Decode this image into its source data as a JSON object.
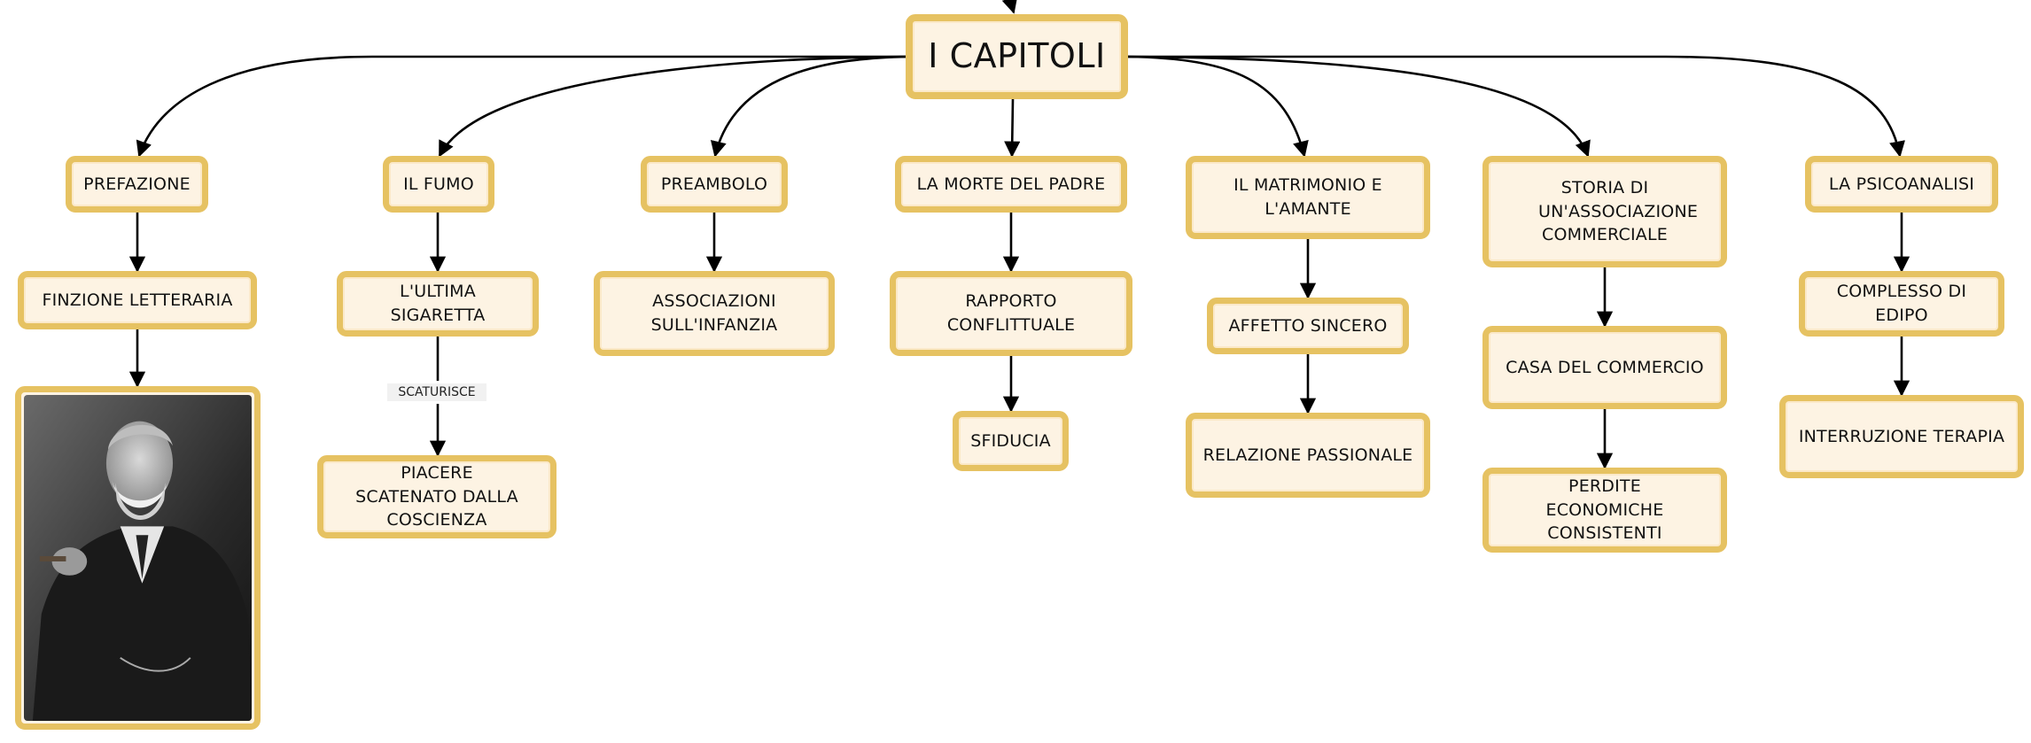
{
  "root": {
    "label": "I CAPITOLI"
  },
  "nodes": {
    "prefazione": "PREFAZIONE",
    "finzione": "FINZIONE LETTERARIA",
    "fumo": "IL FUMO",
    "ultima": "L'ULTIMA SIGARETTA",
    "piacere": "PIACERE SCATENATO DALLA COSCIENZA",
    "preambolo": "PREAMBOLO",
    "associazioni": "ASSOCIAZIONI SULL'INFANZIA",
    "morte": "LA MORTE DEL PADRE",
    "rapporto": "RAPPORTO CONFLITTUALE",
    "sfiducia": "SFIDUCIA",
    "matrimonio": "IL MATRIMONIO E L'AMANTE",
    "affetto": "AFFETTO SINCERO",
    "relazione": "RELAZIONE PASSIONALE",
    "storia": "STORIA DI UN'ASSOCIAZIONE COMMERCIALE",
    "casa": "CASA DEL COMMERCIO",
    "perdite": "PERDITE ECONOMICHE CONSISTENTI",
    "psicoanalisi": "LA PSICOANALISI",
    "complesso": "COMPLESSO DI EDIPO",
    "interruzione": "INTERRUZIONE TERAPIA"
  },
  "link_labels": {
    "scaturisce": "SCATURISCE"
  },
  "colors": {
    "node_border": "#e6c262",
    "node_fill": "#fdf3e3",
    "edge": "#000000"
  }
}
